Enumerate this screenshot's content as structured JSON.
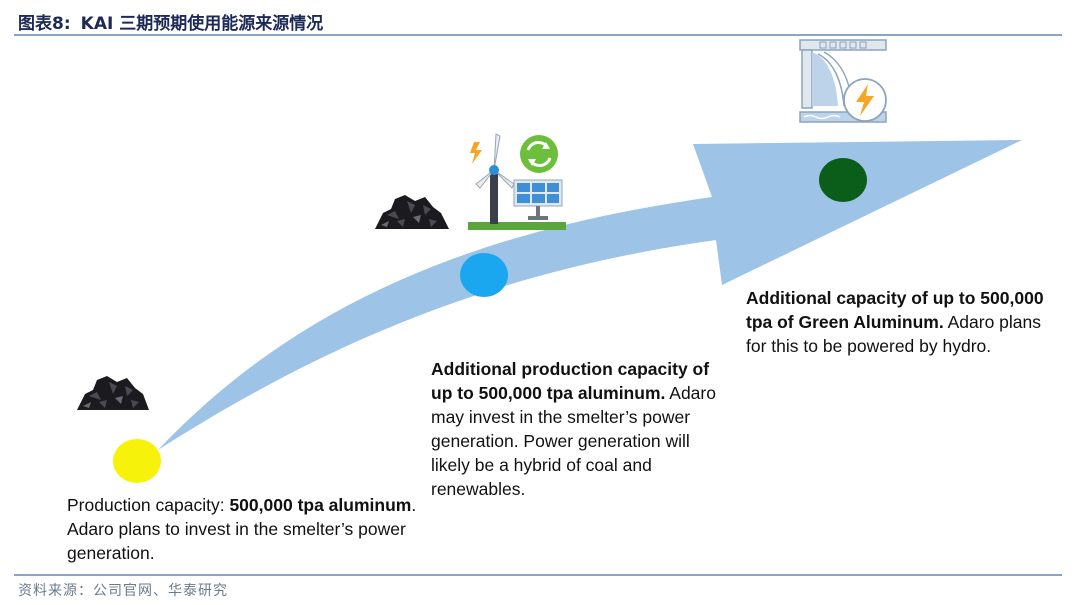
{
  "header": {
    "label": "图表8:",
    "title": "KAI 三期预期使用能源来源情况"
  },
  "stages": [
    {
      "segments": [
        {
          "text": "Production capacity: ",
          "bold": false
        },
        {
          "text": "500,000 tpa aluminum",
          "bold": true
        },
        {
          "text": ". Adaro plans to invest in the smelter’s power generation.",
          "bold": false
        }
      ],
      "marker_color": "#f7f20a",
      "icon": "coal-pile-icon"
    },
    {
      "segments": [
        {
          "text": "Additional production capacity of up to 500,000 tpa aluminum.",
          "bold": true
        },
        {
          "text": " Adaro may invest in the smelter’s power generation. Power generation will likely be a hybrid of coal and renewables.",
          "bold": false
        }
      ],
      "marker_color": "#1aa7f0",
      "icon": "wind-solar-renewable-icon"
    },
    {
      "segments": [
        {
          "text": "Additional capacity of up to 500,000 tpa of Green Aluminum.",
          "bold": true
        },
        {
          "text": " Adaro plans for this to be powered by hydro.",
          "bold": false
        }
      ],
      "marker_color": "#0b5e1a",
      "icon": "hydro-dam-icon"
    }
  ],
  "arrow_color": "#9dc3e6",
  "source": "资料来源：公司官网、华泰研究"
}
